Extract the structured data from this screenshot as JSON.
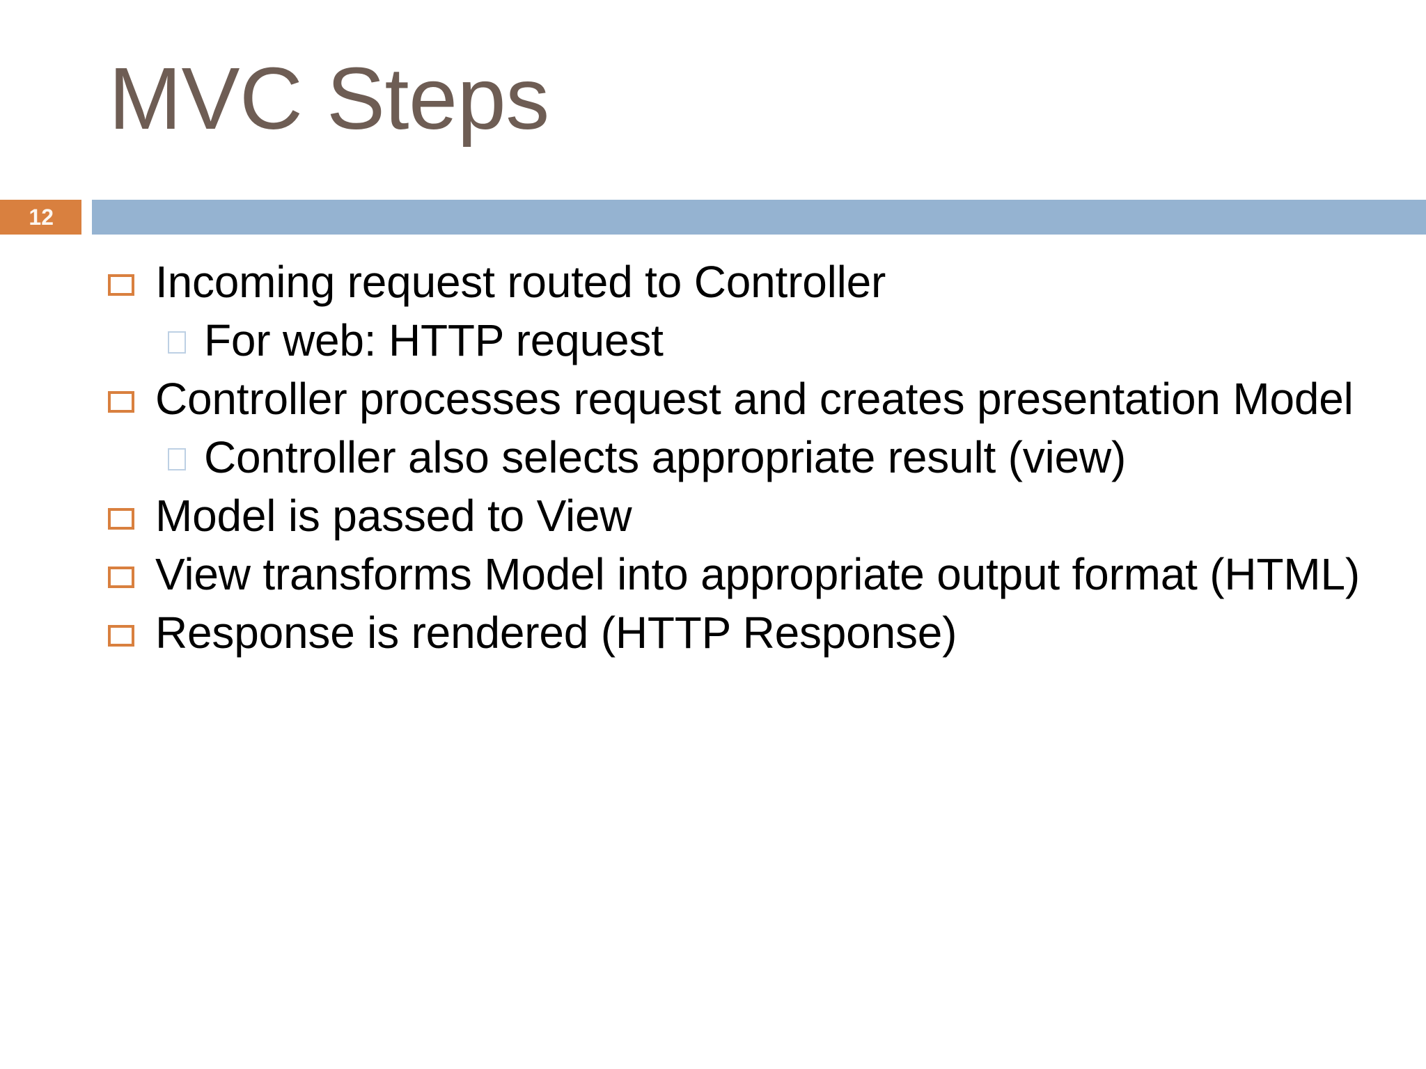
{
  "slide": {
    "title": "MVC Steps",
    "slide_number": "12",
    "colors": {
      "title_text": "#6E5D54",
      "accent_orange": "#D9803F",
      "accent_blue": "#95B3D1",
      "sub_bullet_blue": "#BDD0E4",
      "body_text": "#000000",
      "background": "#FFFFFF",
      "slide_number_text": "#FDF7F0"
    },
    "bullets": [
      {
        "level": 1,
        "text": "Incoming request routed to Controller"
      },
      {
        "level": 2,
        "text": "For web: HTTP request"
      },
      {
        "level": 1,
        "text": "Controller processes request and creates presentation Model"
      },
      {
        "level": 2,
        "text": "Controller also selects appropriate result (view)"
      },
      {
        "level": 1,
        "text": "Model is passed to View"
      },
      {
        "level": 1,
        "text": "View transforms Model into appropriate output format (HTML)"
      },
      {
        "level": 1,
        "text": "Response is rendered (HTTP Response)"
      }
    ]
  }
}
